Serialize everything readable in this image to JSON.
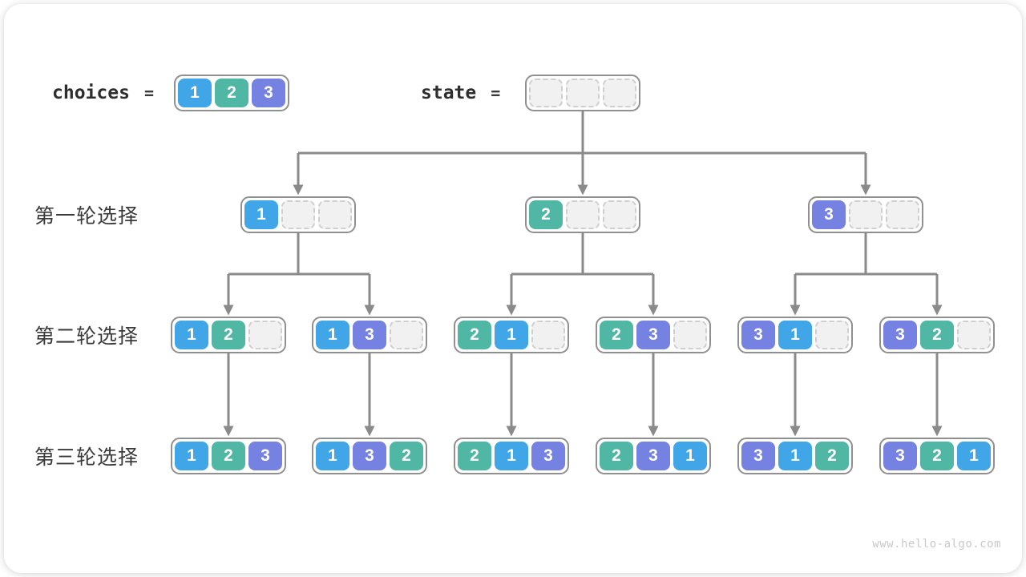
{
  "header": {
    "choices": {
      "label": "choices",
      "eq": "=",
      "cells": [
        "1",
        "2",
        "3"
      ]
    },
    "state": {
      "label": "state",
      "eq": "=",
      "cells": [
        null,
        null,
        null
      ]
    }
  },
  "rows": [
    {
      "label": "第一轮选择",
      "nodes": [
        [
          "1",
          null,
          null
        ],
        [
          "2",
          null,
          null
        ],
        [
          "3",
          null,
          null
        ]
      ]
    },
    {
      "label": "第二轮选择",
      "nodes": [
        [
          "1",
          "2",
          null
        ],
        [
          "1",
          "3",
          null
        ],
        [
          "2",
          "1",
          null
        ],
        [
          "2",
          "3",
          null
        ],
        [
          "3",
          "1",
          null
        ],
        [
          "3",
          "2",
          null
        ]
      ]
    },
    {
      "label": "第三轮选择",
      "nodes": [
        [
          "1",
          "2",
          "3"
        ],
        [
          "1",
          "3",
          "2"
        ],
        [
          "2",
          "1",
          "3"
        ],
        [
          "2",
          "3",
          "1"
        ],
        [
          "3",
          "1",
          "2"
        ],
        [
          "3",
          "2",
          "1"
        ]
      ]
    }
  ],
  "watermark": "www.hello-algo.com",
  "colors": {
    "1": "#40a6e8",
    "2": "#4fb7a4",
    "3": "#7682e1",
    "line": "#8a8a8a",
    "box_border": "#909090",
    "empty_bg": "#f1f1f2",
    "empty_border": "#cfcfcf",
    "label_text": "#3a3a3a"
  }
}
